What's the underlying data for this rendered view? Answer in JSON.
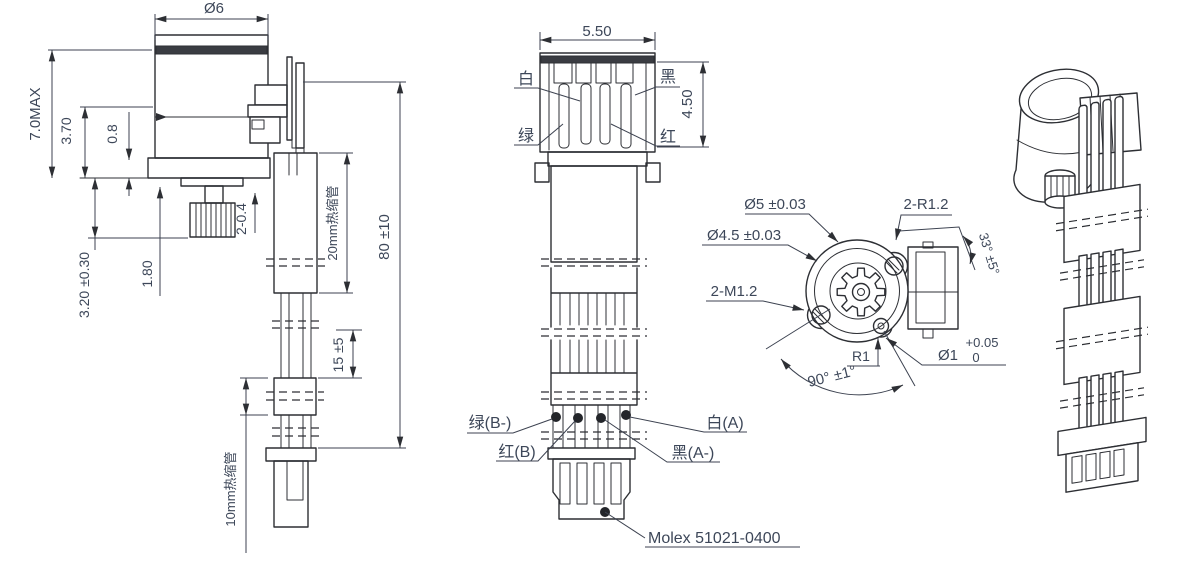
{
  "drawing_type": "motor-mechanical-drawing",
  "colors": {
    "line": "#2d2f34",
    "dim_text": "#3d4759",
    "band_fill": "#3a3c42",
    "background": "#ffffff"
  },
  "side_view": {
    "dia": "Ø6",
    "hmax": "7.0MAX",
    "h37": "3.70",
    "h08": "0.8",
    "h32": "3.20 ±0.30",
    "h18": "1.80",
    "wire2": "2-0.4",
    "shrink20": "20mm热缩管",
    "len80": "80 ±10",
    "len15": "15 ±5",
    "shrink10": "10mm热缩管"
  },
  "front_view": {
    "w": "5.50",
    "h": "4.50",
    "white": "白",
    "black": "黑",
    "green": "绿",
    "red": "红",
    "green_b": "绿(B-)",
    "red_b": "红(B)",
    "white_a": "白(A)",
    "black_a": "黑(A-)",
    "molex": "Molex 51021-0400"
  },
  "top_view": {
    "d5": "Ø5 ±0.03",
    "d45": "Ø4.5 ±0.03",
    "r12": "2-R1.2",
    "m12": "2-M1.2",
    "a33": "33° ±5°",
    "a90": "90° ±1°",
    "r1": "R1",
    "d1": "Ø1",
    "tp": "+0.05",
    "tz": "0"
  }
}
